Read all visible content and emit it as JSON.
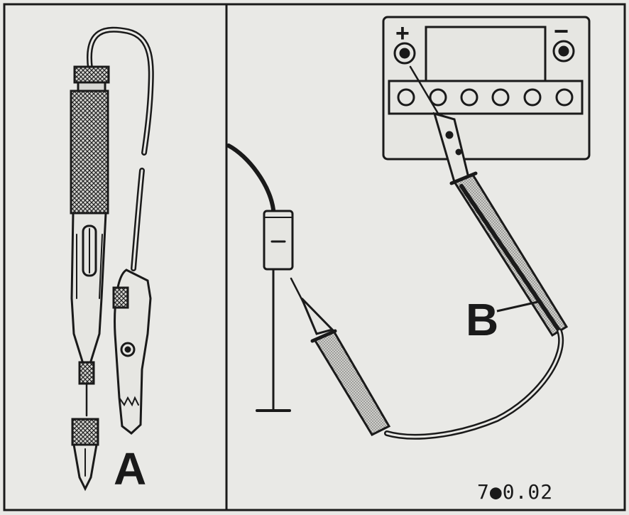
{
  "panels": {
    "a": {
      "label": "A"
    },
    "b": {
      "label": "B"
    }
  },
  "battery": {
    "positive_symbol": "+",
    "negative_symbol": "−"
  },
  "figure_code": "7●0.02",
  "colors": {
    "background": "#e9e9e6",
    "ink": "#1a1a1a",
    "probe_fill": "#c8c8c4"
  }
}
